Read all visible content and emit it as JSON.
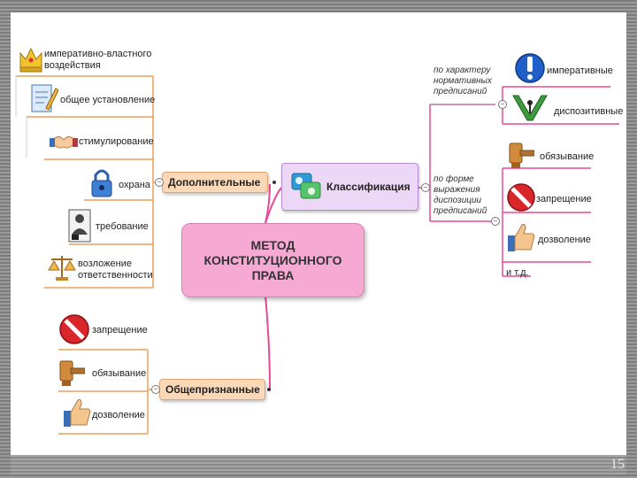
{
  "center": {
    "text": "МЕТОД\nКОНСТИТУЦИОННОГО\nПРАВА"
  },
  "branches": {
    "additional": "Дополнительные",
    "generally_accepted": "Общепризнанные",
    "classification": "Классификация"
  },
  "additional_items": [
    {
      "label": "императивно-властного\nвоздействия",
      "icon": "crown-icon"
    },
    {
      "label": "общее установление",
      "icon": "document-pen-icon"
    },
    {
      "label": "стимулирование",
      "icon": "handshake-icon"
    },
    {
      "label": "охрана",
      "icon": "padlock-icon"
    },
    {
      "label": "требование",
      "icon": "person-card-icon"
    },
    {
      "label": "возложение\nответственности",
      "icon": "scales-icon"
    }
  ],
  "general_items": [
    {
      "label": "запрещение",
      "icon": "prohibition-icon"
    },
    {
      "label": "обязывание",
      "icon": "gavel-icon"
    },
    {
      "label": "дозволение",
      "icon": "thumbs-up-icon"
    }
  ],
  "classification_groups": [
    {
      "label": "по характеру\nнормативных\nпредписаний",
      "items": [
        {
          "label": "императивные",
          "icon": "exclamation-icon"
        },
        {
          "label": "диспозитивные",
          "icon": "fork-figure-icon"
        }
      ]
    },
    {
      "label": "по форме\nвыражения\nдиспозиции\nпредписаний",
      "items": [
        {
          "label": "обязывание",
          "icon": "gavel-icon"
        },
        {
          "label": "запрещение",
          "icon": "prohibition-icon"
        },
        {
          "label": "дозволение",
          "icon": "thumbs-up-icon"
        },
        {
          "label": "и т.д.",
          "icon": ""
        }
      ]
    }
  ],
  "page_number": "15",
  "colors": {
    "center_fill": "#f6a9d3",
    "branch_fill": "#fbd9b8",
    "classification_fill": "#ecd7f6",
    "link_pink": "#e64a96",
    "link_orange": "#e6a05a"
  }
}
